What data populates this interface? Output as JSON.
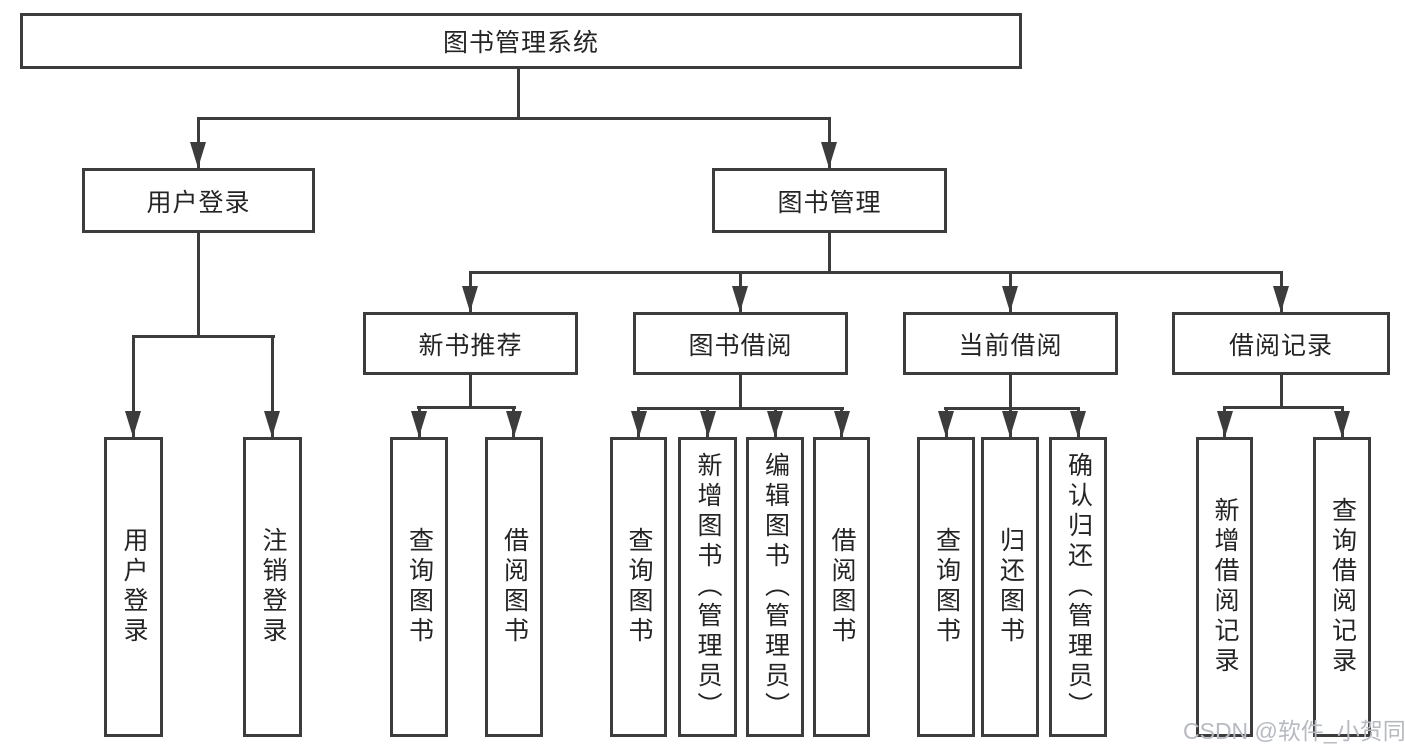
{
  "colors": {
    "line": "#3c3c3c",
    "text": "#242424",
    "watermark": "#b6bac1",
    "background": "#ffffff"
  },
  "watermark": {
    "text": "CSDN @软件_小贺同学"
  },
  "diagram": {
    "title": "图书管理系统",
    "branches": [
      {
        "label": "用户登录",
        "children": [
          "用户登录",
          "注销登录"
        ]
      },
      {
        "label": "图书管理",
        "groups": [
          {
            "label": "新书推荐",
            "children": [
              "查询图书",
              "借阅图书"
            ]
          },
          {
            "label": "图书借阅",
            "children": [
              "查询图书",
              "新增图书（管理员）",
              "编辑图书（管理员）",
              "借阅图书"
            ]
          },
          {
            "label": "当前借阅",
            "children": [
              "查询图书",
              "归还图书",
              "确认归还（管理员）"
            ]
          },
          {
            "label": "借阅记录",
            "children": [
              "新增借阅记录",
              "查询借阅记录"
            ]
          }
        ]
      }
    ]
  }
}
